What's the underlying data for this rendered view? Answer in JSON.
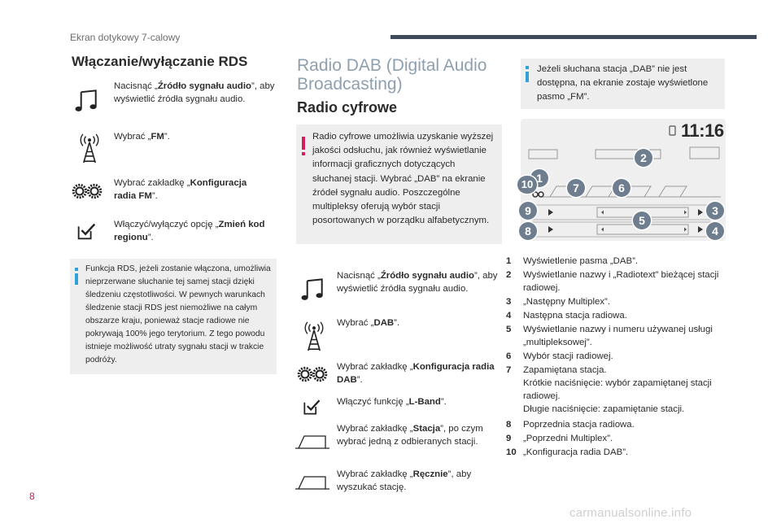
{
  "header": {
    "section_label": "Ekran dotykowy 7-calowy",
    "page_number": "8"
  },
  "watermark": "carmanualsonline.info",
  "rds": {
    "title": "Włączanie/wyłączanie RDS",
    "steps": [
      {
        "icon": "music-note-icon",
        "pre": "Nacisnąć „",
        "bold": "Źródło sygnału audio",
        "post": "”, aby wyświetlić źródła sygnału audio."
      },
      {
        "icon": "radio-antenna-icon",
        "pre": "Wybrać „",
        "bold": "FM",
        "post": "”."
      },
      {
        "icon": "settings-gears-icon",
        "pre": "Wybrać zakładkę „",
        "bold": "Konfiguracja radia FM",
        "post": "”."
      },
      {
        "icon": "checkbox-icon",
        "pre": "Włączyć/wyłączyć opcję „",
        "bold": "Zmień kod regionu",
        "post": "”."
      }
    ],
    "info": "Funkcja RDS, jeżeli zostanie włączona, umożliwia nieprzerwane słuchanie tej samej stacji dzięki śledzeniu częstotliwości. W pewnych warunkach śledzenie stacji RDS jest niemożliwe na całym obszarze kraju, ponieważ stacje radiowe nie pokrywają 100% jego terytorium. Z tego powodu istnieje możliwość utraty sygnału stacji w trakcie podróży."
  },
  "dab": {
    "title": "Radio DAB (Digital Audio Broadcasting)",
    "subtitle": "Radio cyfrowe",
    "warning": "Radio cyfrowe umożliwia uzyskanie wyższej jakości odsłuchu, jak również wyświetlanie informacji graficznych dotyczących słuchanej stacji. Wybrać „DAB” na ekranie źródeł sygnału audio. Poszczególne multipleksy oferują wybór stacji posortowanych w porządku alfabetycznym.",
    "steps": [
      {
        "icon": "music-note-icon",
        "pre": "Nacisnąć „",
        "bold": "Źródło sygnału audio",
        "post": "”, aby wyświetlić źródła sygnału audio."
      },
      {
        "icon": "radio-antenna-icon",
        "pre": "Wybrać „",
        "bold": "DAB",
        "post": "”."
      },
      {
        "icon": "settings-gears-icon",
        "pre": "Wybrać zakładkę „",
        "bold": "Konfiguracja radia DAB",
        "post": "”."
      },
      {
        "icon": "checkbox-icon",
        "pre": "Włączyć funkcję „",
        "bold": "L-Band",
        "post": "”."
      },
      {
        "icon": "tab-icon",
        "pre": "Wybrać zakładkę „",
        "bold": "Stacja",
        "post": "”, po czym wybrać jedną z odbieranych stacji."
      },
      {
        "icon": "tab-icon",
        "pre": "Wybrać zakładkę „",
        "bold": "Ręcznie",
        "post": "”, aby wyszukać stację."
      }
    ]
  },
  "col3": {
    "info": "Jeżeli słuchana stacja „DAB” nie jest dostępna, na ekranie zostaje wyświetlone pasmo „FM”.",
    "screen": {
      "clock": "11:16",
      "callouts": [
        "1",
        "2",
        "3",
        "4",
        "5",
        "6",
        "7",
        "8",
        "9",
        "10"
      ]
    },
    "legend": [
      {
        "num": "1",
        "text": "Wyświetlenie pasma „DAB”."
      },
      {
        "num": "2",
        "text": "Wyświetlanie nazwy i „Radiotext” bieżącej stacji radiowej."
      },
      {
        "num": "3",
        "text": "„Następny Multiplex”."
      },
      {
        "num": "4",
        "text": "Następna stacja radiowa."
      },
      {
        "num": "5",
        "text": "Wyświetlanie nazwy i numeru używanej usługi „multipleksowej”."
      },
      {
        "num": "6",
        "text": "Wybór stacji radiowej."
      },
      {
        "num": "7",
        "text": "Zapamiętana stacja.\nKrótkie naciśnięcie: wybór zapamiętanej stacji radiowej.\nDługie naciśnięcie: zapamiętanie stacji."
      },
      {
        "num": "8",
        "text": "Poprzednia stacja radiowa."
      },
      {
        "num": "9",
        "text": "„Poprzedni Multiplex”."
      },
      {
        "num": "10",
        "text": "„Konfiguracja radia DAB”."
      }
    ]
  },
  "colors": {
    "accent_blue": "#2fa0d8",
    "accent_red": "#d21e5a",
    "title_grey": "#8ea0b0",
    "callout_grey": "#6e7e8e",
    "header_bar": "#3c4a5b"
  }
}
